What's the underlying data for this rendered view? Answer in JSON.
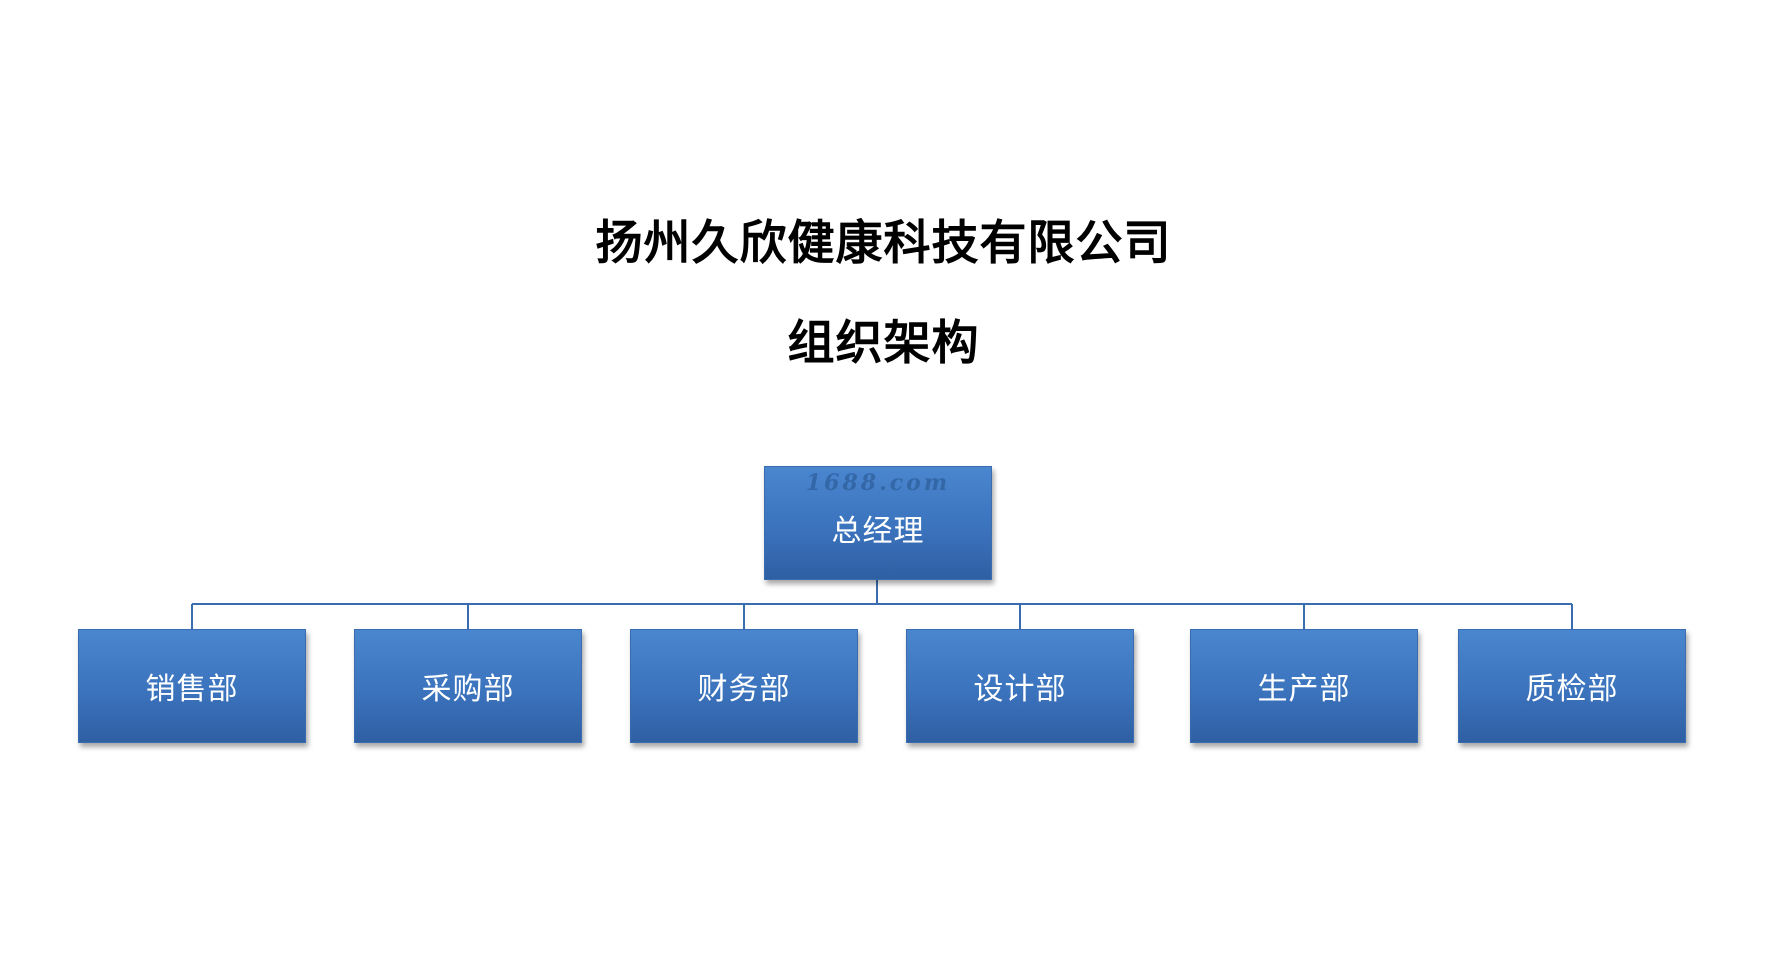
{
  "header": {
    "company_name": "扬州久欣健康科技有限公司",
    "subtitle": "组织架构"
  },
  "org_chart": {
    "root": {
      "label": "总经理",
      "watermark": "1688.com"
    },
    "departments": [
      {
        "label": "销售部"
      },
      {
        "label": "采购部"
      },
      {
        "label": "财务部"
      },
      {
        "label": "设计部"
      },
      {
        "label": "生产部"
      },
      {
        "label": "质检部"
      }
    ]
  },
  "colors": {
    "node_fill": "#3b73bd",
    "connector": "#3a6db0",
    "title_text": "#000000",
    "node_text": "#ffffff"
  }
}
